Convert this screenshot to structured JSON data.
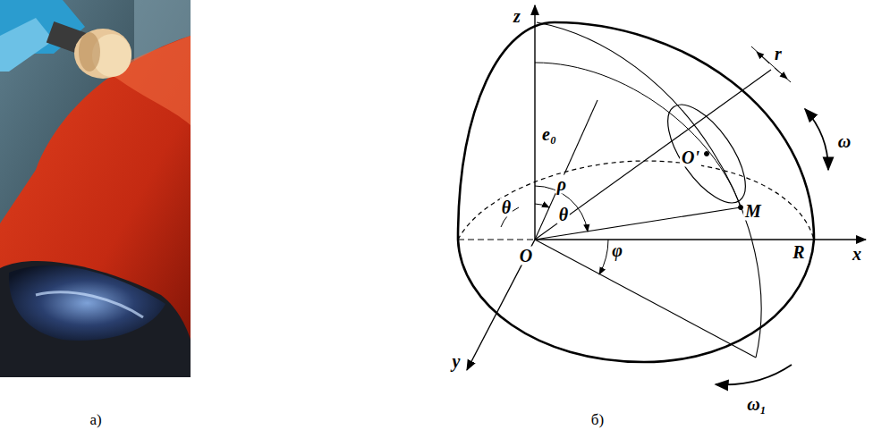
{
  "diagram": {
    "labels": [
      "z",
      "r",
      "e₀",
      "ω",
      "ρ",
      "O'",
      "θ",
      "θ",
      "M",
      "O",
      "φ",
      "R",
      "x",
      "y",
      "ω₁",
      "а)",
      "б)"
    ]
  }
}
